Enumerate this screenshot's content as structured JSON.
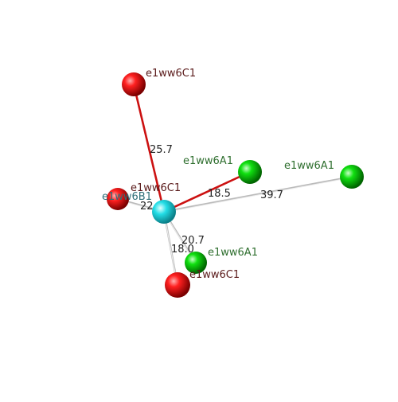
{
  "center": {
    "label": "e1ww6B1",
    "color": "#22dde6",
    "label_color": "#2f6f78"
  },
  "nodes": [
    {
      "id": "n1",
      "label": "e1ww6C1",
      "type": "red",
      "distance": "25.7",
      "bond": "red"
    },
    {
      "id": "n2",
      "label": "e1ww6A1",
      "type": "green",
      "distance": "18.5",
      "bond": "red"
    },
    {
      "id": "n3",
      "label": "e1ww6A1",
      "type": "green",
      "distance": "39.7",
      "bond": "gray"
    },
    {
      "id": "n4",
      "label": "e1ww6C1",
      "type": "red",
      "distance": "22.1",
      "bond": "gray"
    },
    {
      "id": "n5",
      "label": "e1ww6A1",
      "type": "green",
      "distance": "20.7",
      "bond": "gray"
    },
    {
      "id": "n6",
      "label": "e1ww6C1",
      "type": "red",
      "distance": "18.0",
      "bond": "gray"
    }
  ],
  "colors": {
    "red_atom": "#ff0000",
    "green_atom": "#00dd00",
    "red_label": "#5a1a1a",
    "green_label": "#2f6f2f",
    "red_bond": "#cc1111",
    "gray_bond": "#bbbbbb"
  }
}
